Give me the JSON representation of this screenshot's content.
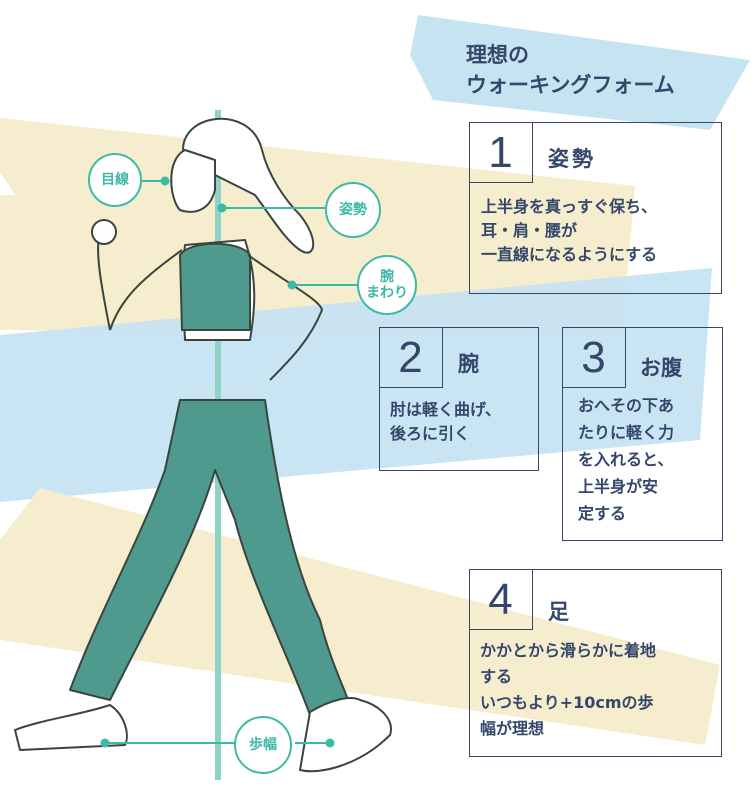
{
  "title": {
    "line1": "理想の",
    "line2": "ウォーキングフォーム"
  },
  "points": [
    {
      "number": "1",
      "heading": "姿勢",
      "text_lines": [
        "上半身を真っすぐ保ち、",
        "耳・肩・腰が",
        "一直線になるようにする"
      ]
    },
    {
      "number": "2",
      "heading": "腕",
      "text_lines": [
        "肘は軽く曲げ、",
        "後ろに引く"
      ]
    },
    {
      "number": "3",
      "heading": "お腹",
      "text_lines": [
        "おへその下あ",
        "たりに軽く力",
        "を入れると、",
        "上半身が安",
        "定する"
      ]
    },
    {
      "number": "4",
      "heading": "足",
      "text_lines": [
        "かかとから滑らかに着地",
        "する",
        "いつもより+10cmの歩",
        "幅が理想"
      ]
    }
  ],
  "figure_labels": {
    "eyes": "目線",
    "posture": "姿勢",
    "arm_line1": "腕",
    "arm_line2": "まわり",
    "stride": "歩幅"
  },
  "colors": {
    "navy": "#34476b",
    "teal": "#3dbaa6",
    "pants": "#4f9a8e",
    "blue_band": "#c6e3f1",
    "yellow_band": "#f6ecce"
  }
}
